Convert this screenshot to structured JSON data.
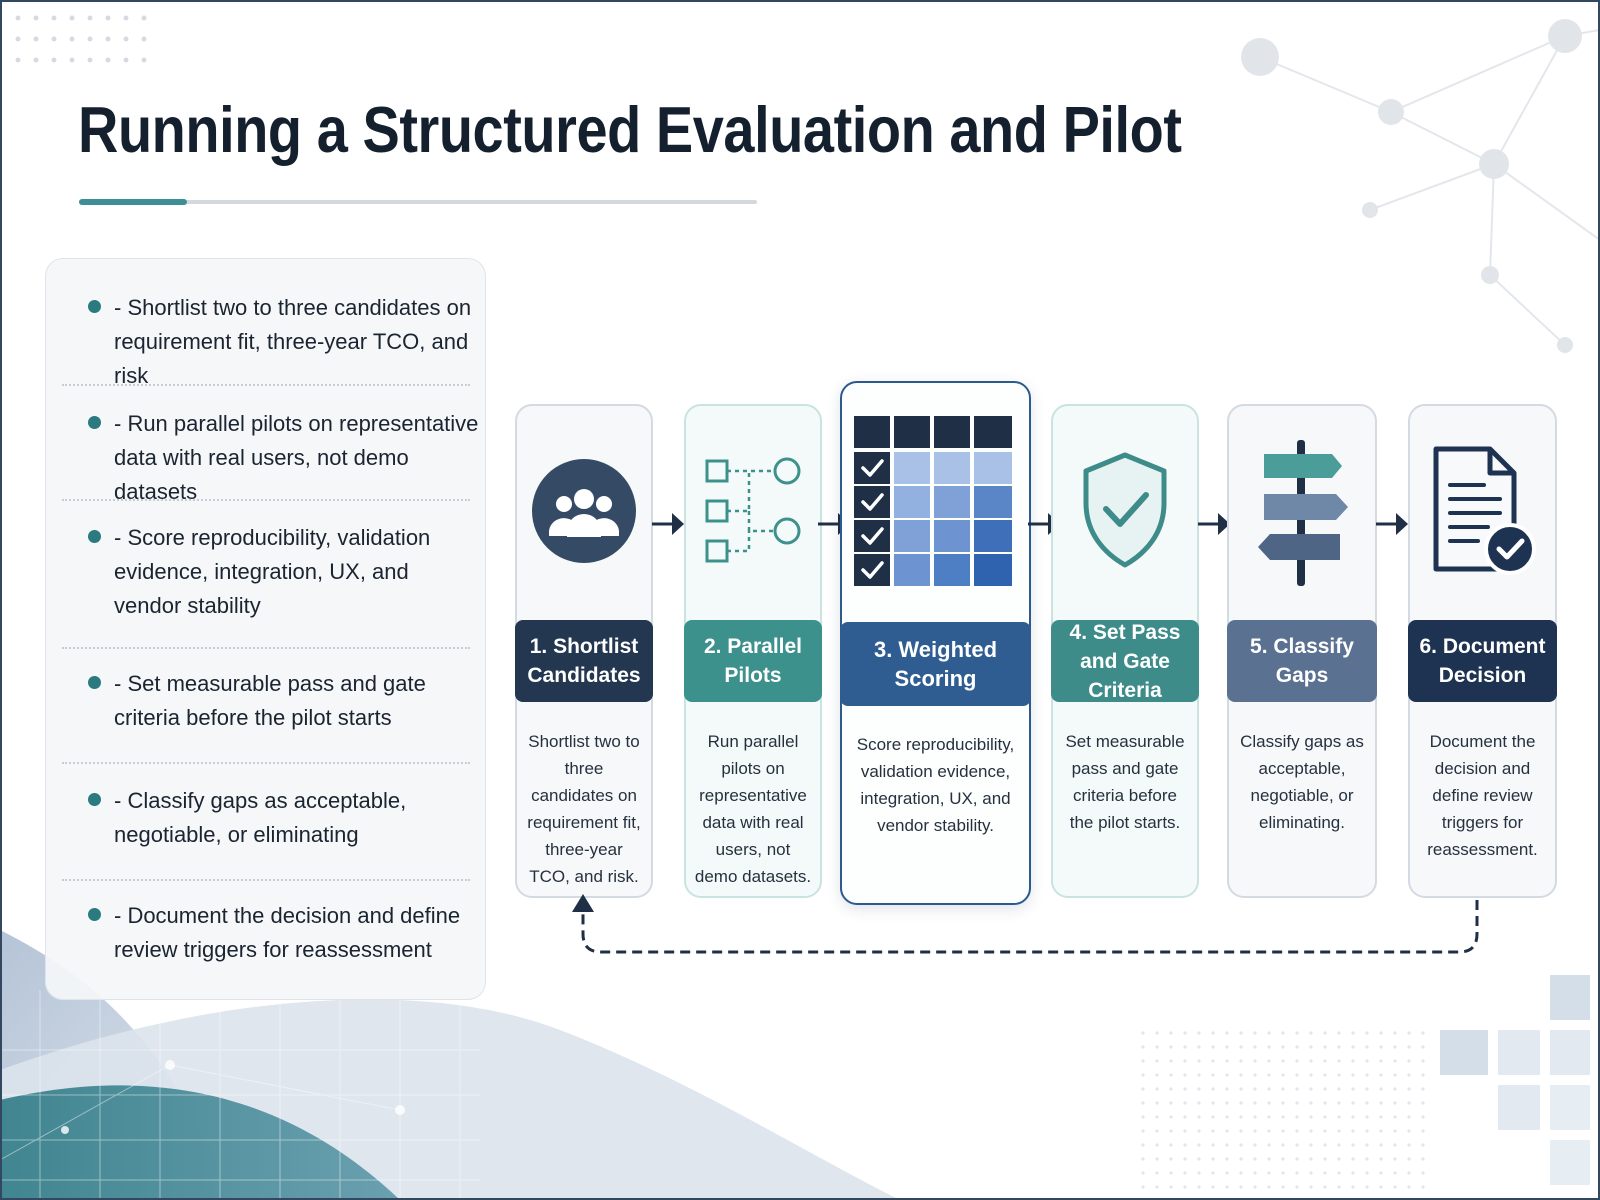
{
  "title": "Running a Structured Evaluation and Pilot",
  "summary": [
    {
      "text": "- Shortlist two to three candidates on requirement fit, three-year TCO, and risk"
    },
    {
      "text": "- Run parallel pilots on representative data with real users, not demo datasets"
    },
    {
      "text": "- Score reproducibility, validation evidence, integration, UX, and vendor stability"
    },
    {
      "text": "- Set measurable pass and gate criteria before the pilot starts"
    },
    {
      "text": "- Classify gaps as acceptable, negotiable, or eliminating"
    },
    {
      "text": "- Document the decision and define review triggers for reassessment"
    }
  ],
  "steps": [
    {
      "label": "1. Shortlist Candidates",
      "description": "Shortlist two to three candidates on requirement fit, three-year TCO, and risk.",
      "icon": "team-icon",
      "color": "#233750"
    },
    {
      "label": "2. Parallel Pilots",
      "description": "Run parallel pilots on representative data with real users, not demo datasets.",
      "icon": "parallel-flow-icon",
      "color": "#3d918c"
    },
    {
      "label": "3. Weighted Scoring",
      "description": "Score reproducibility, validation evidence, integration, UX, and vendor stability.",
      "icon": "scoring-matrix-icon",
      "color": "#2f5d91"
    },
    {
      "label": "4. Set Pass and Gate Criteria",
      "description": "Set measurable pass and gate criteria before the pilot starts.",
      "icon": "shield-check-icon",
      "color": "#3e8c89"
    },
    {
      "label": "5. Classify Gaps",
      "description": "Classify gaps as acceptable, negotiable, or eliminating.",
      "icon": "signpost-icon",
      "color": "#5a7191"
    },
    {
      "label": "6. Document Decision",
      "description": "Document the decision and define review triggers for reassessment.",
      "icon": "document-check-icon",
      "color": "#1e3352"
    }
  ],
  "colors": {
    "navy": "#233750",
    "teal": "#3d8e97",
    "blue": "#2f5d91",
    "slate": "#5a7191"
  }
}
